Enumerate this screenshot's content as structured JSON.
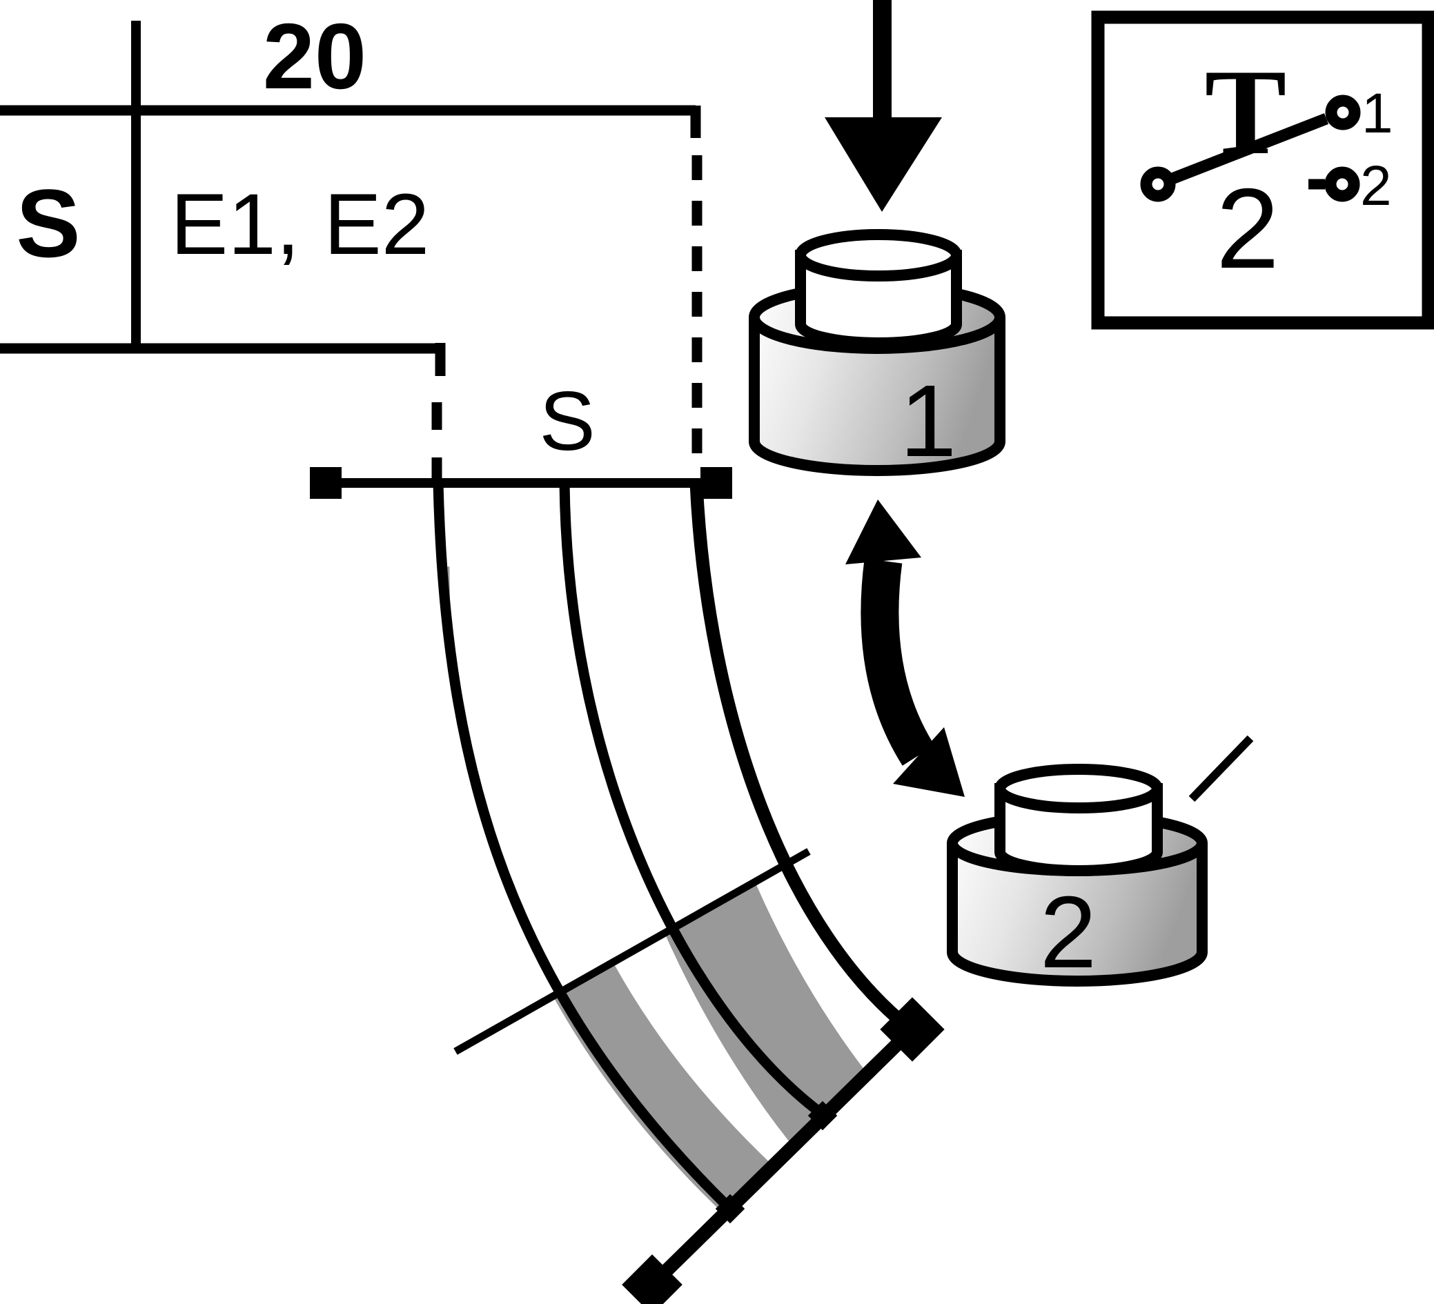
{
  "figure": {
    "table": {
      "header": "20",
      "row_label": "S",
      "cell_value": "E1, E2"
    },
    "track": {
      "section_label": "S"
    },
    "button1": {
      "label": "1"
    },
    "button2": {
      "label": "2"
    },
    "switch_box": {
      "tee_label": "T",
      "position_label": "2",
      "contact1_label": "1",
      "contact2_label": "2"
    },
    "colors": {
      "ink": "#000000",
      "section_gray": "#999999",
      "metal_light": "#ffffff",
      "metal_dark": "#9e9e9e"
    }
  }
}
